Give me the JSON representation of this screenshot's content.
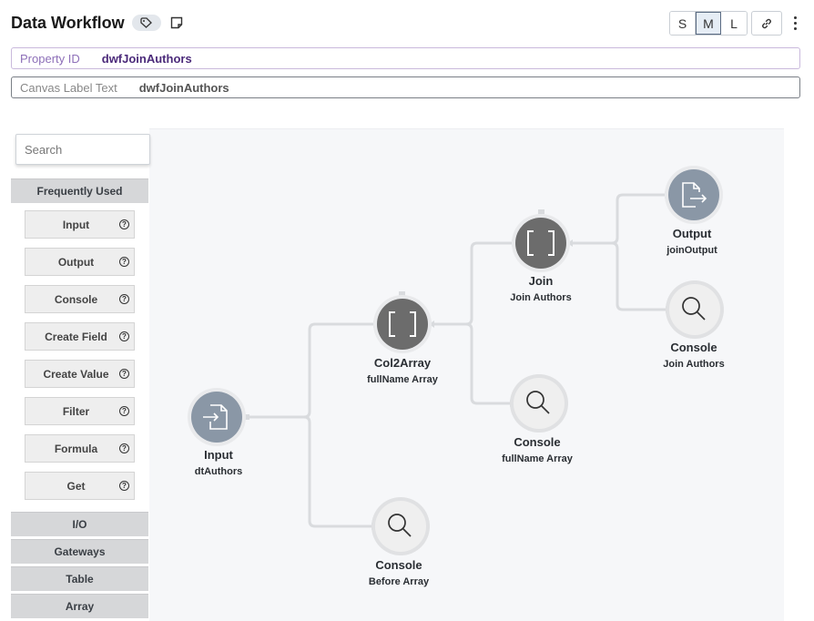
{
  "header": {
    "title": "Data Workflow",
    "sizes": [
      "S",
      "M",
      "L"
    ],
    "active_size": "M"
  },
  "properties": {
    "property_id_label": "Property ID",
    "property_id_value": "dwfJoinAuthors",
    "canvas_label_label": "Canvas Label Text",
    "canvas_label_value": "dwfJoinAuthors"
  },
  "palette": {
    "search_placeholder": "Search",
    "sections": {
      "frequently_used": "Frequently Used",
      "io": "I/O",
      "gateways": "Gateways",
      "table": "Table",
      "array": "Array"
    },
    "tools": [
      {
        "label": "Input"
      },
      {
        "label": "Output"
      },
      {
        "label": "Console"
      },
      {
        "label": "Create Field"
      },
      {
        "label": "Create Value"
      },
      {
        "label": "Filter"
      },
      {
        "label": "Formula"
      },
      {
        "label": "Get"
      }
    ],
    "help_glyph": "?"
  },
  "nodes": {
    "input": {
      "title": "Input",
      "sub": "dtAuthors",
      "icon": "input-file-icon"
    },
    "col2array": {
      "title": "Col2Array",
      "sub": "fullName Array",
      "icon": "brackets-icon"
    },
    "console_before": {
      "title": "Console",
      "sub": "Before Array",
      "icon": "magnifier-icon"
    },
    "join": {
      "title": "Join",
      "sub": "Join Authors",
      "icon": "brackets-icon"
    },
    "console_fullname": {
      "title": "Console",
      "sub": "fullName Array",
      "icon": "magnifier-icon"
    },
    "output": {
      "title": "Output",
      "sub": "joinOutput",
      "icon": "output-file-icon"
    },
    "console_join": {
      "title": "Console",
      "sub": "Join Authors",
      "icon": "magnifier-icon"
    }
  },
  "colors": {
    "accent": "#4b2a7a",
    "node_dark": "#6c6c6c",
    "node_light": "#ececec",
    "node_slate": "#8a97a6",
    "edge": "#d9dbde"
  }
}
